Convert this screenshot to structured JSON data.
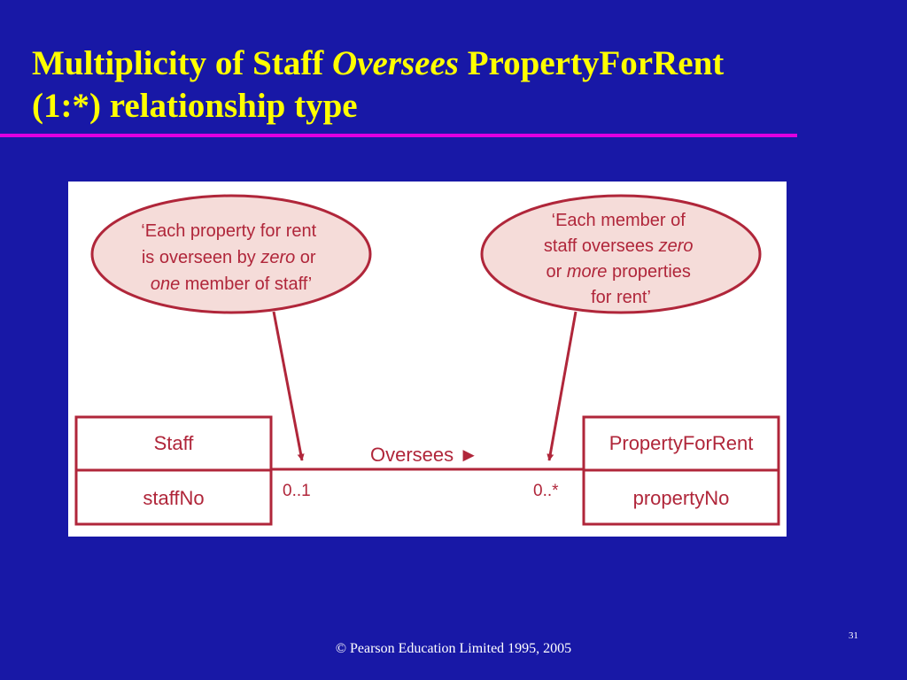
{
  "slide": {
    "title_part1": "Multiplicity of Staff ",
    "title_italic": "Oversees",
    "title_part2": " PropertyForRent",
    "title_line2": "(1:*) relationship type",
    "footer": "© Pearson Education Limited 1995, 2005",
    "slide_number": "31"
  },
  "diagram": {
    "left_note": {
      "line1": "‘Each property for rent",
      "line2_a": "is overseen by ",
      "line2_italic": "zero",
      "line2_b": " or",
      "line3_italic": "one",
      "line3_b": " member of staff’"
    },
    "right_note": {
      "line1": "‘Each member of",
      "line2_a": "staff oversees ",
      "line2_italic": "zero",
      "line3_a": "or ",
      "line3_italic": "more",
      "line3_b": " properties",
      "line4": "for rent’"
    },
    "left_entity": {
      "name": "Staff",
      "attribute": "staffNo"
    },
    "right_entity": {
      "name": "PropertyForRent",
      "attribute": "propertyNo"
    },
    "relationship": {
      "label": "Oversees ►"
    },
    "multiplicity_left": "0..1",
    "multiplicity_right": "0..*"
  },
  "colors": {
    "background": "#1818a6",
    "title": "#ffff00",
    "rule": "#e000e0",
    "diagram_line": "#b0263a",
    "bubble_fill": "#f5dcd9"
  }
}
